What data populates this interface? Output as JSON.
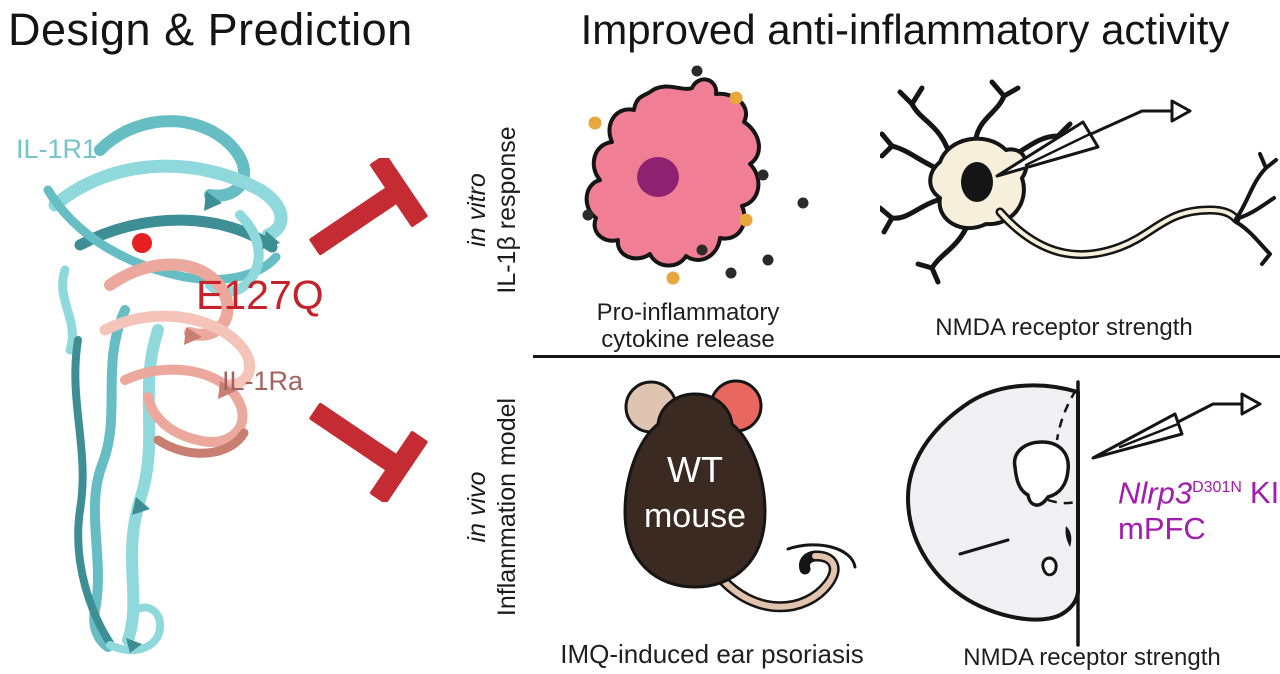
{
  "left": {
    "title": "Design & Prediction",
    "labels": {
      "receptor": "IL-1R1",
      "mutation": "E127Q",
      "antagonist": "IL-1Ra"
    }
  },
  "right": {
    "title": "Improved anti-inflammatory activity",
    "rows": [
      {
        "axis": {
          "line1": "in vitro",
          "line2": "IL-1β response"
        },
        "panels": [
          {
            "caption_line1": "Pro-inflammatory",
            "caption_line2": "cytokine release"
          },
          {
            "caption_line1": "NMDA receptor strength"
          }
        ]
      },
      {
        "axis": {
          "line1": "in vivo",
          "line2": "Inflammation model"
        },
        "panels": [
          {
            "caption_line1": "IMQ-induced ear psoriasis"
          },
          {
            "caption_line1": "NMDA receptor strength"
          }
        ]
      }
    ]
  },
  "mouse": {
    "label_line1": "WT",
    "label_line2": "mouse"
  },
  "brain": {
    "gene": "Nlrp3",
    "allele_sup": "D301N",
    "ki": "KI",
    "region": "mPFC"
  },
  "icons": {
    "inhibition": "blunt-ended inhibition arrow",
    "binding_site": "red dot marking mutated interface residue"
  },
  "colors": {
    "ink": "#1b1b1b",
    "inhibit_red": "#c42b33",
    "dot_red": "#e52020",
    "teal_light": "#8fd9dd",
    "teal_mid": "#66bec4",
    "teal_dark": "#3e8f95",
    "salmon_light": "#f4c3ba",
    "salmon_mid": "#eda89d",
    "salmon_dark": "#c97e72",
    "receptor_label": "#74c4c9",
    "mutation_label": "#c5232b",
    "antagonist_label": "#a3625d",
    "cell_pink": "#f07f95",
    "nucleus_purple": "#8e2170",
    "dot_black": "#2b2b2b",
    "dot_orange": "#e8a63e",
    "neuron_cream": "#f6efdc",
    "mouse_brown": "#3a2a22",
    "ear_left": "#e0c4b2",
    "ear_right": "#e8685f",
    "tail_beige": "#e2c3ae",
    "brain_fill": "#f0f0f2",
    "purple_text": "#a21caf"
  }
}
